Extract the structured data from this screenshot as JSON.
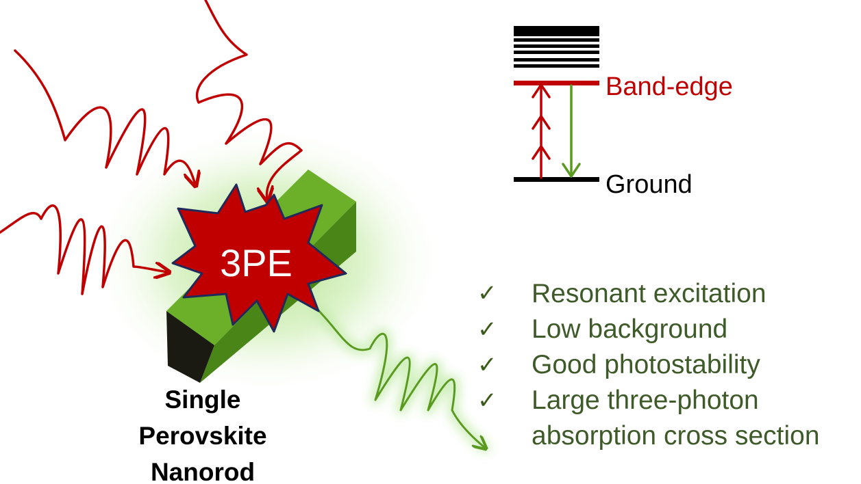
{
  "diagram": {
    "burst_label": "3PE",
    "nanorod_label_lines": [
      "Single",
      "Perovskite",
      "Nanorod"
    ],
    "energy_levels": {
      "band_edge_label": "Band-edge",
      "ground_label": "Ground"
    },
    "features": [
      {
        "check": "✓",
        "lines": [
          "Resonant excitation"
        ]
      },
      {
        "check": "✓",
        "lines": [
          "Low background"
        ]
      },
      {
        "check": "✓",
        "lines": [
          "Good photostability"
        ]
      },
      {
        "check": "✓",
        "lines": [
          "Large three-photon",
          "absorption cross section"
        ]
      }
    ],
    "colors": {
      "excitation_red": "#c00000",
      "emission_green": "#5a9a20",
      "nanorod_green": "#5fa41c",
      "burst_red": "#c00000",
      "burst_outline": "#1f2a5a",
      "feature_text": "#3d5a28"
    }
  }
}
